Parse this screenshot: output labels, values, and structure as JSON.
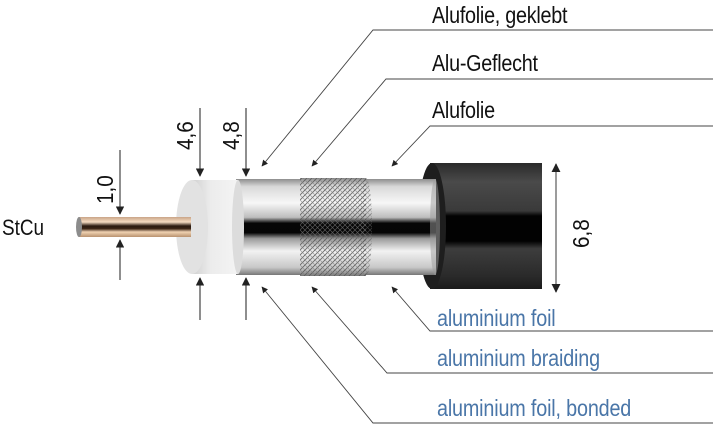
{
  "labels_german": [
    {
      "id": "outer-foil",
      "text": "Alufolie, geklebt"
    },
    {
      "id": "braid",
      "text": "Alu-Geflecht"
    },
    {
      "id": "inner-foil",
      "text": "Alufolie"
    }
  ],
  "labels_english": [
    {
      "id": "inner-foil",
      "text": "aluminium foil"
    },
    {
      "id": "braid",
      "text": "aluminium braiding"
    },
    {
      "id": "outer-foil",
      "text": "aluminium foil, bonded"
    }
  ],
  "core": {
    "material": "StCu"
  },
  "dimensions": {
    "conductor": "1,0",
    "dielectric": "4,6",
    "foil": "4,8",
    "jacket": "6,8"
  },
  "colors": {
    "english_text": "#4a76a8",
    "german_text": "#111111",
    "jacket": "#2b2b2b",
    "dielectric": "#e6e6e6",
    "copper": "#e2b48a"
  }
}
